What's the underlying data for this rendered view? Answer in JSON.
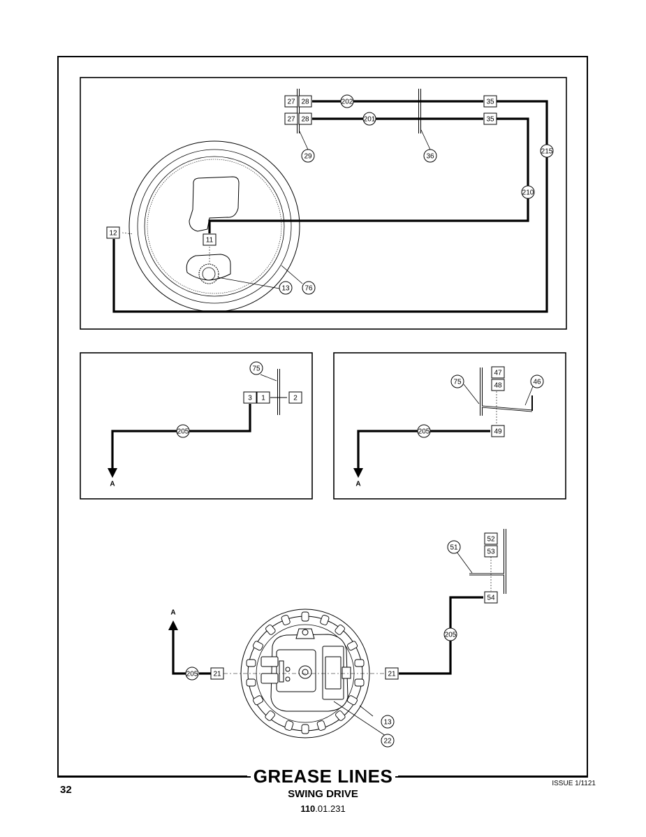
{
  "diagram": {
    "labels": [
      "27",
      "28",
      "202",
      "35",
      "27",
      "28",
      "201",
      "35",
      "29",
      "36",
      "215",
      "210",
      "12",
      "11",
      "13",
      "76",
      "75",
      "3",
      "1",
      "2",
      "205",
      "A",
      "47",
      "48",
      "46",
      "75",
      "205",
      "49",
      "A",
      "52",
      "53",
      "51",
      "54",
      "205",
      "A",
      "205",
      "21",
      "21",
      "13",
      "22"
    ]
  },
  "footer": {
    "title": "GREASE LINES",
    "subtitle": "SWING DRIVE",
    "code_bold": "110",
    "code_rest": ".01.231",
    "page_number": "32",
    "issue": "ISSUE 1/1121"
  }
}
